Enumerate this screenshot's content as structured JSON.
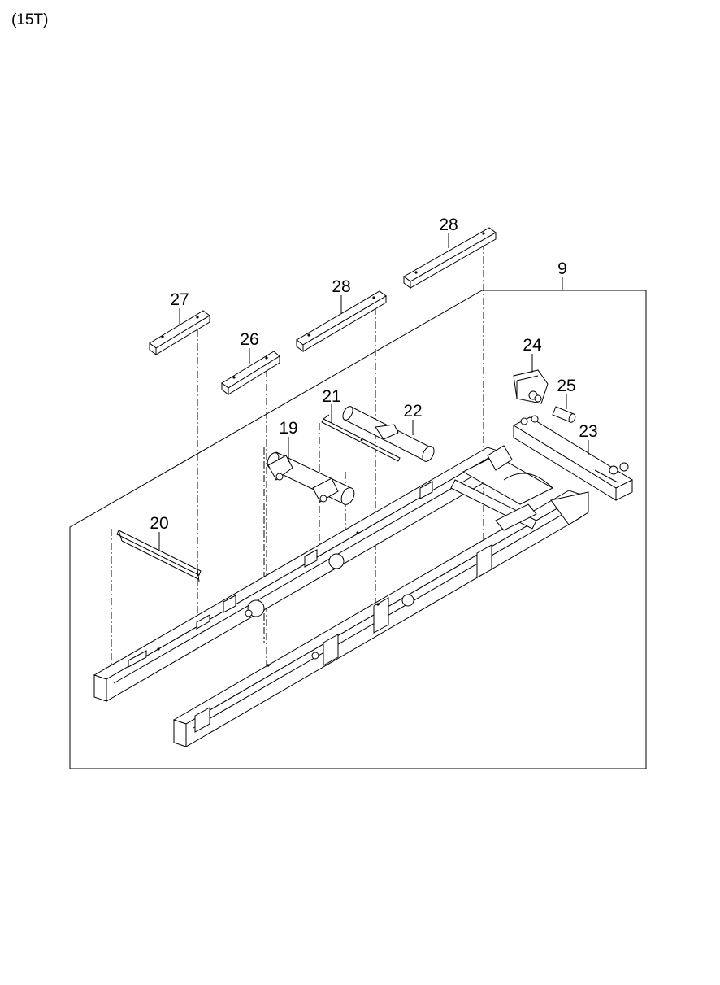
{
  "header": {
    "variant_label": "(15T)"
  },
  "callouts": [
    {
      "id": "c28a",
      "number": "28"
    },
    {
      "id": "c9",
      "number": "9"
    },
    {
      "id": "c27",
      "number": "27"
    },
    {
      "id": "c28b",
      "number": "28"
    },
    {
      "id": "c26",
      "number": "26"
    },
    {
      "id": "c24",
      "number": "24"
    },
    {
      "id": "c25",
      "number": "25"
    },
    {
      "id": "c21",
      "number": "21"
    },
    {
      "id": "c22",
      "number": "22"
    },
    {
      "id": "c19",
      "number": "19"
    },
    {
      "id": "c23",
      "number": "23"
    },
    {
      "id": "c20",
      "number": "20"
    }
  ],
  "colors": {
    "line": "#000000",
    "background": "#ffffff"
  }
}
